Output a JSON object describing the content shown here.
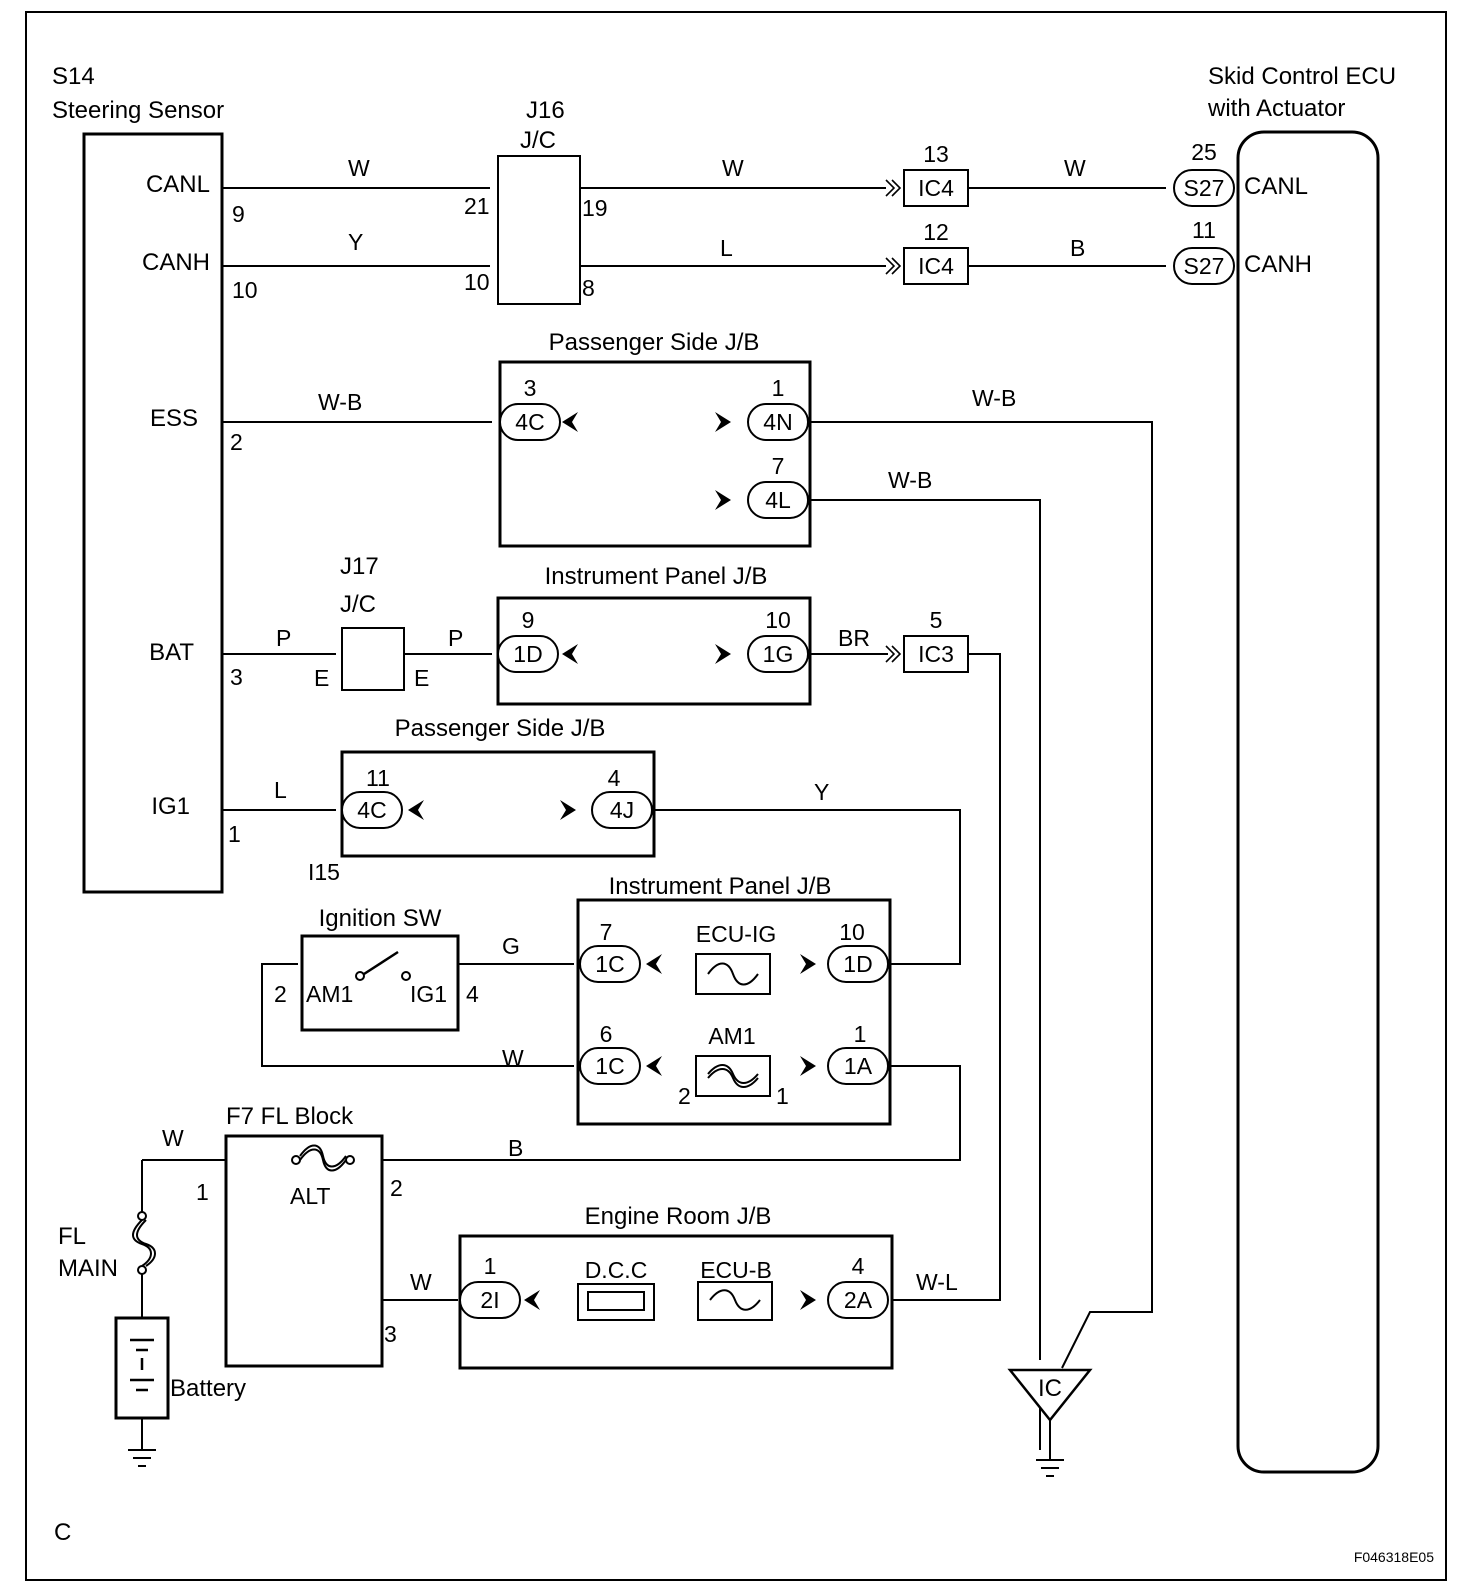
{
  "corner_code": "C",
  "figure_code": "F046318E05",
  "steering_sensor": {
    "id": "S14",
    "name": "Steering Sensor",
    "pins": [
      {
        "name": "CANL",
        "num": "9"
      },
      {
        "name": "CANH",
        "num": "10"
      },
      {
        "name": "ESS",
        "num": "2"
      },
      {
        "name": "BAT",
        "num": "3"
      },
      {
        "name": "IG1",
        "num": "1"
      }
    ]
  },
  "skid_ecu": {
    "name_line1": "Skid Control ECU",
    "name_line2": "with Actuator",
    "pins": [
      {
        "name": "CANL",
        "connector": "S27",
        "num": "25"
      },
      {
        "name": "CANH",
        "connector": "S27",
        "num": "11"
      }
    ]
  },
  "j16": {
    "id": "J16",
    "type": "J/C",
    "pins": [
      "21",
      "19",
      "10",
      "8"
    ]
  },
  "ic4": [
    {
      "label": "IC4",
      "num": "13"
    },
    {
      "label": "IC4",
      "num": "12"
    }
  ],
  "ic3": {
    "label": "IC3",
    "num": "5"
  },
  "passenger_jb_top": {
    "title": "Passenger Side J/B",
    "c1": {
      "label": "4C",
      "num": "3"
    },
    "c2": {
      "label": "4N",
      "num": "1"
    },
    "c3": {
      "label": "4L",
      "num": "7"
    }
  },
  "j17": {
    "id": "J17",
    "type": "J/C",
    "left": "E",
    "right": "E"
  },
  "instrument_jb_top": {
    "title": "Instrument Panel J/B",
    "c1": {
      "label": "1D",
      "num": "9"
    },
    "c2": {
      "label": "1G",
      "num": "10"
    }
  },
  "passenger_jb_bottom": {
    "title": "Passenger Side J/B",
    "c1": {
      "label": "4C",
      "num": "11"
    },
    "c2": {
      "label": "4J",
      "num": "4"
    },
    "tag": "I15"
  },
  "ignition_sw": {
    "title": "Ignition SW",
    "left_term": "AM1",
    "right_term": "IG1",
    "left_num": "2",
    "right_num": "4"
  },
  "instrument_jb_bottom": {
    "title": "Instrument Panel J/B",
    "fuse1": "ECU-IG",
    "fuse2": "AM1",
    "c1": {
      "label": "1C",
      "num": "7"
    },
    "c2": {
      "label": "1D",
      "num": "10"
    },
    "c3": {
      "label": "1C",
      "num": "6"
    },
    "c4": {
      "label": "1A",
      "num": "1"
    },
    "fuse2_left_num": "2",
    "fuse2_right_num": "1"
  },
  "fl_block": {
    "title": "F7 FL Block",
    "fuse": "ALT",
    "pin_in": "1",
    "pin_out": "2",
    "pin_out2": "3"
  },
  "fl_main": {
    "line1": "FL",
    "line2": "MAIN"
  },
  "battery": "Battery",
  "engine_jb": {
    "title": "Engine Room J/B",
    "relay": "D.C.C",
    "fuse": "ECU-B",
    "c1": {
      "label": "2I",
      "num": "1"
    },
    "c2": {
      "label": "2A",
      "num": "4"
    }
  },
  "ground_ic": "IC",
  "wire_colors": {
    "canl_1": "W",
    "canl_2": "W",
    "canl_3": "W",
    "canh_1": "Y",
    "canh_2": "L",
    "canh_3": "B",
    "ess": "W-B",
    "jb_out_1": "W-B",
    "jb_out_2": "W-B",
    "bat_1": "P",
    "bat_2": "P",
    "br": "BR",
    "ig1": "L",
    "y": "Y",
    "g": "G",
    "w_am1": "W",
    "w_fl": "W",
    "b": "B",
    "w_eng": "W",
    "wl": "W-L"
  }
}
